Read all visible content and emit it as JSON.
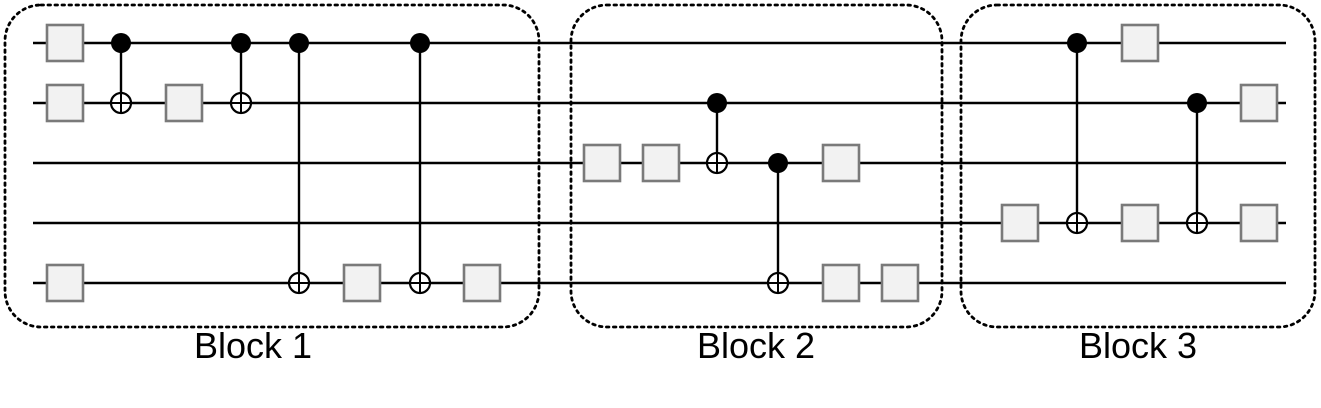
{
  "diagram": {
    "colors": {
      "line": "#000000",
      "gate_fill": "#f2f2f2",
      "gate_stroke": "#7a7a7a",
      "background": "#ffffff"
    },
    "qubit_count": 5,
    "blocks": [
      {
        "label": "Block 1",
        "operations": [
          {
            "type": "gate",
            "qubit": 0,
            "slot": "b1-a"
          },
          {
            "type": "gate",
            "qubit": 1,
            "slot": "b1-a"
          },
          {
            "type": "gate",
            "qubit": 4,
            "slot": "b1-a"
          },
          {
            "type": "cnot",
            "control": 0,
            "target": 1,
            "slot": "b1-b"
          },
          {
            "type": "gate",
            "qubit": 1,
            "slot": "b1-c"
          },
          {
            "type": "cnot",
            "control": 0,
            "target": 1,
            "slot": "b1-d"
          },
          {
            "type": "cnot",
            "control": 0,
            "target": 4,
            "slot": "b1-e"
          },
          {
            "type": "gate",
            "qubit": 4,
            "slot": "b1-f"
          },
          {
            "type": "cnot",
            "control": 0,
            "target": 4,
            "slot": "b1-g"
          },
          {
            "type": "gate",
            "qubit": 4,
            "slot": "b1-h"
          }
        ]
      },
      {
        "label": "Block 2",
        "operations": [
          {
            "type": "gate",
            "qubit": 2,
            "slot": "b2-a"
          },
          {
            "type": "gate",
            "qubit": 2,
            "slot": "b2-b"
          },
          {
            "type": "cnot",
            "control": 1,
            "target": 2,
            "slot": "b2-c"
          },
          {
            "type": "cnot",
            "control": 2,
            "target": 4,
            "slot": "b2-d"
          },
          {
            "type": "gate",
            "qubit": 2,
            "slot": "b2-e"
          },
          {
            "type": "gate",
            "qubit": 4,
            "slot": "b2-e"
          },
          {
            "type": "gate",
            "qubit": 4,
            "slot": "b2-f"
          }
        ]
      },
      {
        "label": "Block 3",
        "operations": [
          {
            "type": "gate",
            "qubit": 3,
            "slot": "b3-a"
          },
          {
            "type": "cnot",
            "control": 0,
            "target": 3,
            "slot": "b3-b"
          },
          {
            "type": "gate",
            "qubit": 0,
            "slot": "b3-c"
          },
          {
            "type": "gate",
            "qubit": 3,
            "slot": "b3-c"
          },
          {
            "type": "cnot",
            "control": 1,
            "target": 3,
            "slot": "b3-d"
          },
          {
            "type": "gate",
            "qubit": 1,
            "slot": "b3-e"
          },
          {
            "type": "gate",
            "qubit": 3,
            "slot": "b3-e"
          }
        ]
      }
    ]
  }
}
